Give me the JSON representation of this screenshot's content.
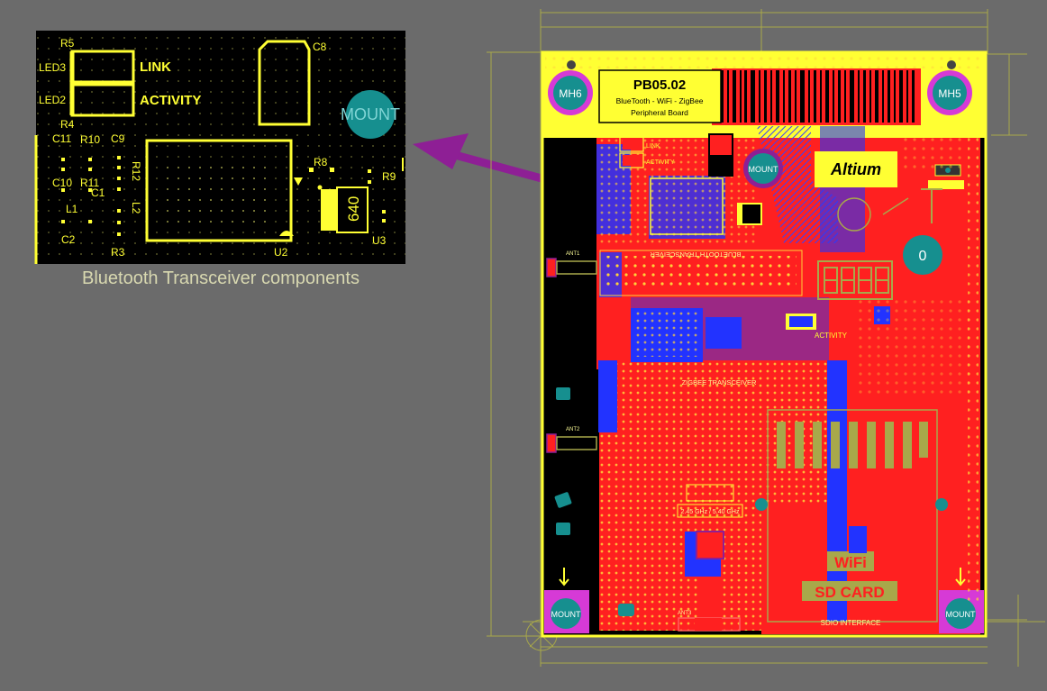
{
  "caption": "Bluetooth Transceiver components",
  "inset": {
    "refdes": [
      "R5",
      "LED3",
      "LED2",
      "R4",
      "C11",
      "R10",
      "C9",
      "R12",
      "L2",
      "C1",
      "C10",
      "R11",
      "L1",
      "C2",
      "R3",
      "U2",
      "C8",
      "R8",
      "R9",
      "U3"
    ],
    "link_label": "LINK",
    "activity_label": "ACTIVITY",
    "mount_label": "MOUNT",
    "ic_marking": "640"
  },
  "board": {
    "id": "PB05.02",
    "subtitle": "BlueTooth - WiFi - ZigBee",
    "subtitle2": "Peripheral Board",
    "logo": "Altium",
    "mh5": "MH5",
    "mh6": "MH6",
    "mount": "MOUNT",
    "bt_section": "BLUETOOTH TRANSCEIVER",
    "zigbee_section": "ZIGBEE TRANSCEIVER",
    "wifi": "WiFi",
    "sdcard": "SD CARD",
    "sdio": "SDIO INTERFACE",
    "freq": "2.45 GHz / 5.40 GHz",
    "ant1": "ANT1",
    "ant2": "ANT2",
    "ant3": "ANT3",
    "link_small": "LINK",
    "activity_small": "ACTIVITY",
    "activity2": "ACTIVITY",
    "zero": "0"
  },
  "colors": {
    "background": "#6b6b6b",
    "board_red": "#ff2020",
    "silk_yellow": "#ffff33",
    "copper_blue": "#2233ff",
    "arrow_purple": "#8e1f95",
    "mount_teal": "#168f8f"
  }
}
